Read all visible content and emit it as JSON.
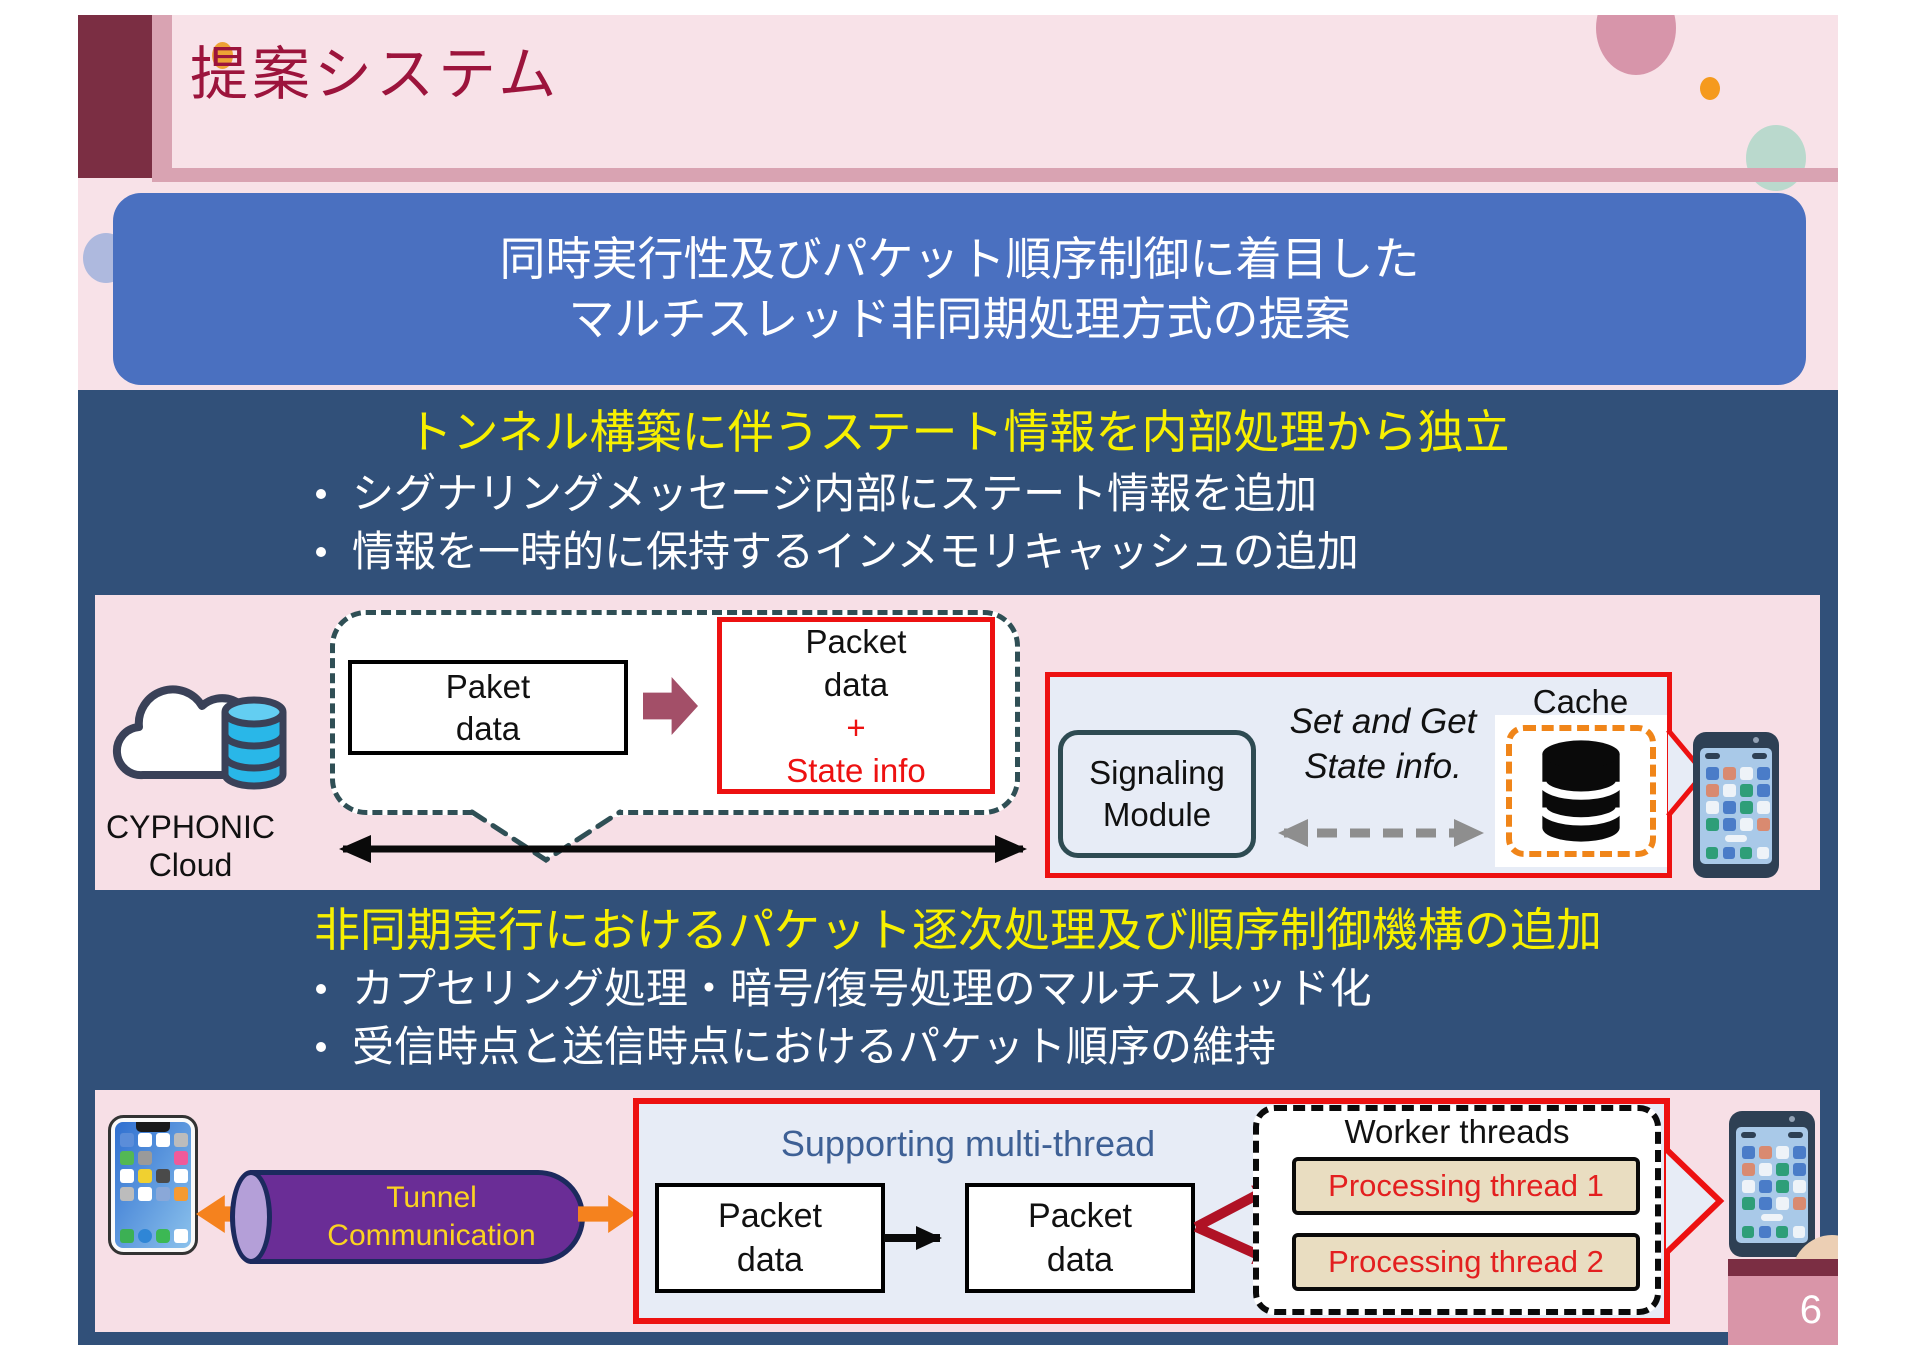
{
  "slide": {
    "title": "提案システム",
    "page_number": "6",
    "banner": {
      "line1": "同時実行性及びパケット順序制御に着目した",
      "line2": "マルチスレッド非同期処理方式の提案"
    },
    "section1": {
      "heading": "トンネル構築に伴うステート情報を内部処理から独立",
      "bullets": [
        "シグナリングメッセージ内部にステート情報を追加",
        "情報を一時的に保持するインメモリキャッシュの追加"
      ]
    },
    "diagram1": {
      "cloud_label": {
        "line1": "CYPHONIC",
        "line2": "Cloud"
      },
      "paket_box": {
        "line1": "Paket",
        "line2": "data"
      },
      "packet_state_box": {
        "line1": "Packet",
        "line2": "data",
        "line3": "+",
        "line4": "State info"
      },
      "signaling_box": {
        "line1": "Signaling",
        "line2": "Module"
      },
      "set_get_label": {
        "line1": "Set and Get",
        "line2": "State info."
      },
      "cache_label": "Cache"
    },
    "section2": {
      "heading": "非同期実行におけるパケット逐次処理及び順序制御機構の追加",
      "bullets": [
        "カプセリング処理・暗号/復号処理のマルチスレッド化",
        "受信時点と送信時点におけるパケット順序の維持"
      ]
    },
    "diagram2": {
      "tunnel_label": {
        "line1": "Tunnel",
        "line2": "Communication"
      },
      "supporting_label": "Supporting multi-thread",
      "packet_box_left": {
        "line1": "Packet",
        "line2": "data"
      },
      "packet_box_right": {
        "line1": "Packet",
        "line2": "data"
      },
      "worker_threads_label": "Worker threads",
      "thread_boxes": [
        "Processing thread 1",
        "Processing thread 2"
      ]
    },
    "colors": {
      "slide_background": "#f8e2e8",
      "header_block": "#7b2e43",
      "title_text": "#9c143c",
      "banner_background": "#4a70c0",
      "section_background": "#315079",
      "section_heading": "#f7f000",
      "panel_background": "#f7dfe6",
      "highlight_red": "#ed1111",
      "container_fill": "#e7ecf6",
      "tunnel_purple": "#6a2d96",
      "thread_box_fill": "#e9ddc1",
      "orange_accent": "#f5821e"
    }
  }
}
